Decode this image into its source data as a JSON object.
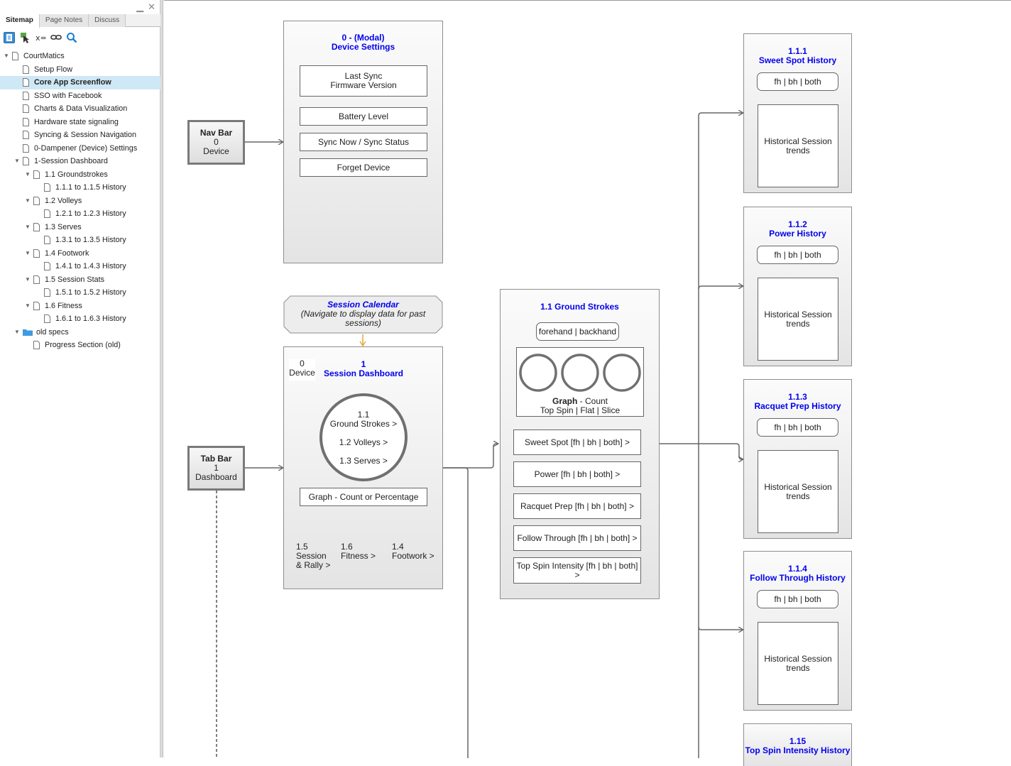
{
  "window": {
    "minimize": "▁",
    "close": "✕"
  },
  "tabs": [
    "Sitemap",
    "Page Notes",
    "Discuss"
  ],
  "tree": [
    {
      "label": "CourtMatics",
      "level": 0,
      "toggle": "▼",
      "icon": "page"
    },
    {
      "label": "Setup Flow",
      "level": 1,
      "icon": "page"
    },
    {
      "label": "Core App Screenflow",
      "level": 1,
      "icon": "page",
      "selected": true
    },
    {
      "label": "SSO with Facebook",
      "level": 1,
      "icon": "page"
    },
    {
      "label": "Charts & Data Visualization",
      "level": 1,
      "icon": "page"
    },
    {
      "label": "Hardware state signaling",
      "level": 1,
      "icon": "page"
    },
    {
      "label": "Syncing & Session Navigation",
      "level": 1,
      "icon": "page"
    },
    {
      "label": "0-Dampener (Device) Settings",
      "level": 1,
      "icon": "page"
    },
    {
      "label": "1-Session Dashboard",
      "level": 1,
      "toggle": "▼",
      "icon": "page"
    },
    {
      "label": "1.1 Groundstrokes",
      "level": 2,
      "toggle": "▼",
      "icon": "page"
    },
    {
      "label": "1.1.1 to 1.1.5 History",
      "level": 3,
      "icon": "page"
    },
    {
      "label": "1.2 Volleys",
      "level": 2,
      "toggle": "▼",
      "icon": "page"
    },
    {
      "label": "1.2.1 to 1.2.3 History",
      "level": 3,
      "icon": "page"
    },
    {
      "label": "1.3 Serves",
      "level": 2,
      "toggle": "▼",
      "icon": "page"
    },
    {
      "label": "1.3.1 to 1.3.5 History",
      "level": 3,
      "icon": "page"
    },
    {
      "label": "1.4 Footwork",
      "level": 2,
      "toggle": "▼",
      "icon": "page"
    },
    {
      "label": "1.4.1 to 1.4.3 History",
      "level": 3,
      "icon": "page"
    },
    {
      "label": "1.5 Session Stats",
      "level": 2,
      "toggle": "▼",
      "icon": "page"
    },
    {
      "label": "1.5.1 to 1.5.2 History",
      "level": 3,
      "icon": "page"
    },
    {
      "label": "1.6 Fitness",
      "level": 2,
      "toggle": "▼",
      "icon": "page"
    },
    {
      "label": "1.6.1 to 1.6.3 History",
      "level": 3,
      "icon": "page"
    },
    {
      "label": "old specs",
      "level": 1,
      "toggle": "▼",
      "icon": "folder"
    },
    {
      "label": "Progress Section (old)",
      "level": 2,
      "icon": "page"
    }
  ],
  "icons": [
    "sitemap-page-icon",
    "add-pointer-icon",
    "variables-icon",
    "link-icon",
    "search-icon"
  ],
  "nav_bar": {
    "title": "Nav Bar",
    "num": "0",
    "label": "Device"
  },
  "tab_bar": {
    "title": "Tab Bar",
    "num": "1",
    "label": "Dashboard"
  },
  "device_settings": {
    "heading1": "0 - (Modal)",
    "heading2": "Device Settings",
    "items": [
      "Last Sync\nFirmware Version",
      "Battery Level",
      "Sync Now / Sync Status",
      "Forget Device"
    ]
  },
  "calendar": {
    "title": "Session Calendar",
    "subtitle": "(Navigate to display data for past sessions)"
  },
  "dashboard": {
    "tab_num": "0",
    "tab_label": "Device",
    "num": "1",
    "title": "Session Dashboard",
    "circle_items": [
      "1.1\nGround Strokes >",
      "1.2 Volleys >",
      "1.3 Serves >"
    ],
    "graph_button": "Graph - Count or Percentage",
    "bottom_links": [
      "1.5\nSession\n& Rally >",
      "1.6\nFitness >",
      "1.4\nFootwork >"
    ]
  },
  "ground_strokes": {
    "title": "1.1 Ground Strokes",
    "toggle": "forehand | backhand",
    "graph_bold": "Graph",
    "graph_rest": " - Count",
    "graph_sub": "Top Spin | Flat | Slice",
    "items": [
      "Sweet Spot [fh | bh | both] >",
      "Power [fh | bh | both] >",
      "Racquet Prep [fh | bh | both] >",
      "Follow Through [fh | bh | both] >",
      "Top Spin Intensity [fh | bh | both]\n>"
    ]
  },
  "history_panels": [
    {
      "num": "1.1.1",
      "title": "Sweet Spot History",
      "toggle": "fh | bh | both",
      "body": "Historical Session\ntrends"
    },
    {
      "num": "1.1.2",
      "title": "Power History",
      "toggle": "fh | bh | both",
      "body": "Historical Session\ntrends"
    },
    {
      "num": "1.1.3",
      "title": "Racquet Prep History",
      "toggle": "fh | bh | both",
      "body": "Historical Session\ntrends"
    },
    {
      "num": "1.1.4",
      "title": "Follow Through History",
      "toggle": "fh | bh | both",
      "body": "Historical Session\ntrends"
    },
    {
      "num": "1.15",
      "title": "Top Spin Intensity History",
      "toggle": "",
      "body": ""
    }
  ],
  "colors": {
    "link_blue": "#0000ee",
    "selected_row": "#cfe8f6",
    "connector": "#666666",
    "calendar_arrow": "#e8a33a"
  }
}
